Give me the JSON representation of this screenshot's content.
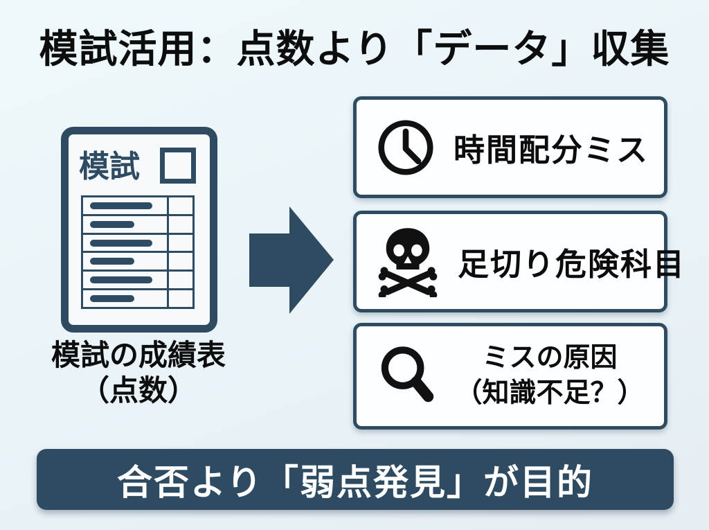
{
  "title": "模試活用：点数より「データ」収集",
  "colors": {
    "accent": "#2e4b61",
    "background": "#eaf4f8",
    "box_background": "#fdfeff",
    "text": "#0d0d0d",
    "banner_text": "#ffffff"
  },
  "left": {
    "document": {
      "label": "模試",
      "icon": "report-sheet-icon",
      "table_rows": 6
    },
    "caption_line1": "模試の成績表",
    "caption_line2": "（点数）"
  },
  "arrow": {
    "icon": "right-block-arrow-icon",
    "direction": "right"
  },
  "boxes": [
    {
      "icon": "clock-icon",
      "label": "時間配分ミス"
    },
    {
      "icon": "skull-crossbones-icon",
      "label": "足切り危険科目"
    },
    {
      "icon": "magnifier-icon",
      "label_line1": "ミスの原因",
      "label_line2": "（知識不足？）"
    }
  ],
  "banner": {
    "text": "合否より「弱点発見」が目的"
  }
}
